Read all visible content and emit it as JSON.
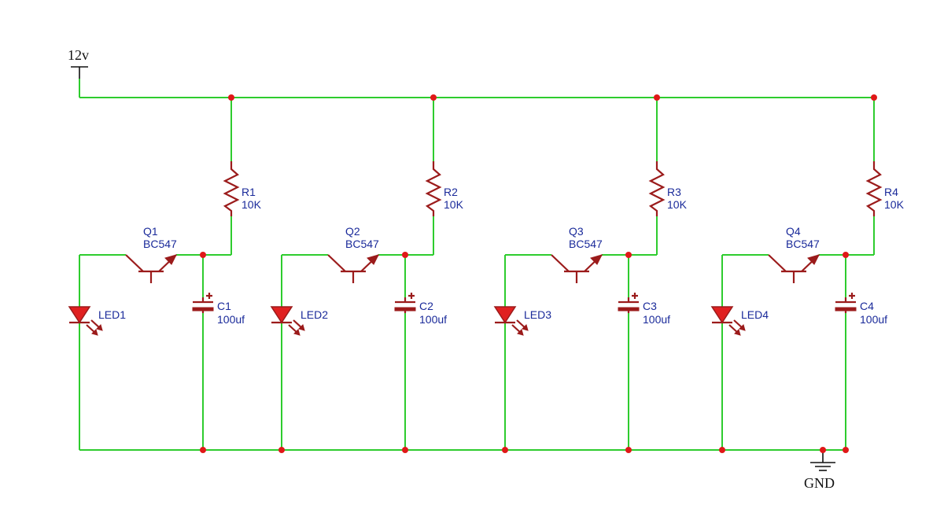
{
  "supply": {
    "label": "12v"
  },
  "ground": {
    "label": "GND"
  },
  "colors": {
    "wire": "#2ecc2e",
    "component": "#9b1b1b",
    "node": "#e01818",
    "led": "#e02020",
    "text": "#1a2a9a"
  },
  "stages": [
    {
      "resistor": "R1",
      "resistor_value": "10K",
      "transistor": "Q1",
      "transistor_part": "BC547",
      "capacitor": "C1",
      "capacitor_value": "100uf",
      "led": "LED1"
    },
    {
      "resistor": "R2",
      "resistor_value": "10K",
      "transistor": "Q2",
      "transistor_part": "BC547",
      "capacitor": "C2",
      "capacitor_value": "100uf",
      "led": "LED2"
    },
    {
      "resistor": "R3",
      "resistor_value": "10K",
      "transistor": "Q3",
      "transistor_part": "BC547",
      "capacitor": "C3",
      "capacitor_value": "100uf",
      "led": "LED3"
    },
    {
      "resistor": "R4",
      "resistor_value": "10K",
      "transistor": "Q4",
      "transistor_part": "BC547",
      "capacitor": "C4",
      "capacitor_value": "100uf",
      "led": "LED4"
    }
  ]
}
